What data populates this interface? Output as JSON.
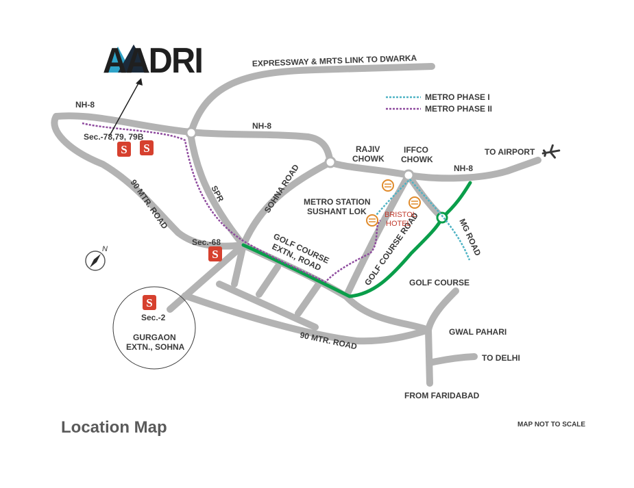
{
  "logo": {
    "text": "AADRI"
  },
  "map_title": "Location Map",
  "scale_note": "MAP NOT TO SCALE",
  "legend": [
    {
      "label": "METRO PHASE I",
      "color": "#4fb3c4"
    },
    {
      "label": "METRO PHASE II",
      "color": "#8e4a9e"
    }
  ],
  "colors": {
    "road": "#b3b3b3",
    "golf_course_road_highlight": "#0a9e4a",
    "metro_phase_1": "#4fb3c4",
    "metro_phase_2": "#8e4a9e",
    "metro_station": "#e08a2a",
    "site_marker": "#d6402e"
  },
  "roads": {
    "expressway": "EXPRESSWAY & MRTS LINK TO DWARKA",
    "nh8_west": "NH-8",
    "nh8_mid": "NH-8",
    "nh8_east": "NH-8",
    "mtr90_west": "90 MTR. ROAD",
    "mtr90_south": "90 MTR. ROAD",
    "spr": "SPR",
    "sohna_road": "SOHNA ROAD",
    "golf_course_extn": "GOLF COURSE EXTN., ROAD",
    "golf_course_road": "GOLF COURSE ROAD",
    "mg_road": "MG ROAD"
  },
  "places": {
    "rajiv_chowk": "RAJIV CHOWK",
    "iffco_chowk": "IFFCO CHOWK",
    "to_airport": "TO AIRPORT",
    "metro_station": "METRO STATION SUSHANT LOK",
    "bristol_hotel": "BRISTOL HOTEL",
    "golf_course": "GOLF COURSE",
    "gwal_pahari": "GWAL PAHARI",
    "to_delhi": "TO DELHI",
    "from_faridabad": "FROM FARIDABAD",
    "gurgaon_extn": "GURGAON EXTN., SOHNA"
  },
  "sites": {
    "sec_78": "Sec.-78,79, 79B",
    "sec_68": "Sec.-68",
    "sec_2": "Sec.-2"
  },
  "icons": {
    "airport": "airplane-icon",
    "compass": "compass-north-icon",
    "site": "site-marker-icon",
    "metro": "metro-station-icon"
  },
  "compass_label": "N"
}
